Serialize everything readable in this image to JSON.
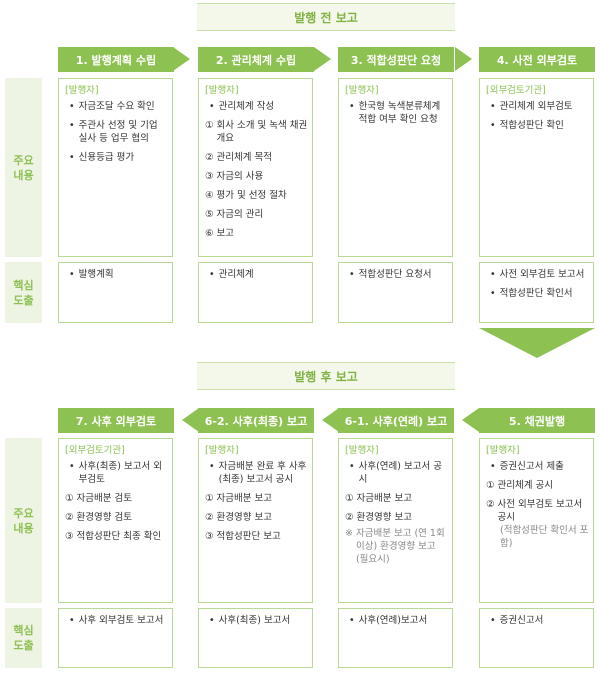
{
  "pre": {
    "banner": "발행 전 보고",
    "steps": [
      {
        "title": "1. 발행계획 수립",
        "role": "[발행자]",
        "items": [
          {
            "t": "b",
            "x": "자금조달 수요 확인"
          },
          {
            "t": "b",
            "x": "주관사 선정 및 기업 실사 등 업무 협의"
          },
          {
            "t": "b",
            "x": "신용등급 평가"
          }
        ],
        "outputs": [
          {
            "t": "b",
            "x": "발행계획"
          }
        ]
      },
      {
        "title": "2. 관리체계 수립",
        "role": "[발행자]",
        "items": [
          {
            "t": "b",
            "x": "관리체계 작성"
          },
          {
            "t": "c",
            "m": "①",
            "x": "회사 소개 및 녹색 채권 개요"
          },
          {
            "t": "c",
            "m": "②",
            "x": "관리체계 목적"
          },
          {
            "t": "c",
            "m": "③",
            "x": "자금의 사용"
          },
          {
            "t": "c",
            "m": "④",
            "x": "평가 및 선정 절차"
          },
          {
            "t": "c",
            "m": "⑤",
            "x": "자금의 관리"
          },
          {
            "t": "c",
            "m": "⑥",
            "x": "보고"
          }
        ],
        "outputs": [
          {
            "t": "b",
            "x": "관리체계"
          }
        ]
      },
      {
        "title": "3. 적합성판단 요청",
        "role": "[발행자]",
        "items": [
          {
            "t": "b",
            "x": "한국형 녹색분류체계 적합 여부 확인 요청"
          }
        ],
        "outputs": [
          {
            "t": "b",
            "x": "적합성판단 요청서"
          }
        ]
      },
      {
        "title": "4. 사전 외부검토",
        "role": "[외부검토기관]",
        "items": [
          {
            "t": "b",
            "x": "관리체계 외부검토"
          },
          {
            "t": "b",
            "x": "적합성판단 확인"
          }
        ],
        "outputs": [
          {
            "t": "b",
            "x": "사전 외부검토 보고서"
          },
          {
            "t": "b",
            "x": "적합성판단 확인서"
          }
        ]
      }
    ]
  },
  "post": {
    "banner": "발행 후 보고",
    "steps": [
      {
        "title": "7. 사후 외부검토",
        "role": "[외부검토기관]",
        "items": [
          {
            "t": "b",
            "x": "사후(최종) 보고서 외부검토"
          },
          {
            "t": "c",
            "m": "①",
            "x": "자금배분 검토"
          },
          {
            "t": "c",
            "m": "②",
            "x": "환경영향 검토"
          },
          {
            "t": "c",
            "m": "③",
            "x": "적합성판단 최종 확인"
          }
        ],
        "outputs": [
          {
            "t": "b",
            "x": "사후 외부검토 보고서"
          }
        ]
      },
      {
        "title": "6-2. 사후(최종) 보고",
        "role": "[발행자]",
        "items": [
          {
            "t": "b",
            "x": "자금배분 완료 후 사후(최종) 보고서 공시"
          },
          {
            "t": "c",
            "m": "①",
            "x": "자금배분 보고"
          },
          {
            "t": "c",
            "m": "②",
            "x": "환경영향 보고"
          },
          {
            "t": "c",
            "m": "③",
            "x": "적합성판단 보고"
          }
        ],
        "outputs": [
          {
            "t": "b",
            "x": "사후(최종) 보고서"
          }
        ]
      },
      {
        "title": "6-1. 사후(연례) 보고",
        "role": "[발행자]",
        "items": [
          {
            "t": "b",
            "x": "사후(연례) 보고서 공시"
          },
          {
            "t": "c",
            "m": "①",
            "x": "자금배분 보고"
          },
          {
            "t": "c",
            "m": "②",
            "x": "환경영향 보고"
          },
          {
            "t": "n",
            "m": "※",
            "x": "자금배분 보고 (연 1회 이상) 환경영향 보고(필요시)"
          }
        ],
        "outputs": [
          {
            "t": "b",
            "x": "사후(연례)보고서"
          }
        ]
      },
      {
        "title": "5. 채권발행",
        "role": "[발행자]",
        "items": [
          {
            "t": "b",
            "x": "증권신고서 제출"
          },
          {
            "t": "c",
            "m": "①",
            "x": "관리체계 공시"
          },
          {
            "t": "c",
            "m": "②",
            "x": "사전 외부검토 보고서 공시"
          },
          {
            "t": "sub",
            "x": "(적합성판단 확인서 포함)"
          }
        ],
        "outputs": [
          {
            "t": "b",
            "x": "증권신고서"
          }
        ]
      }
    ]
  },
  "row_labels": {
    "main": "주요\n내용",
    "output": "핵심\n도출"
  }
}
